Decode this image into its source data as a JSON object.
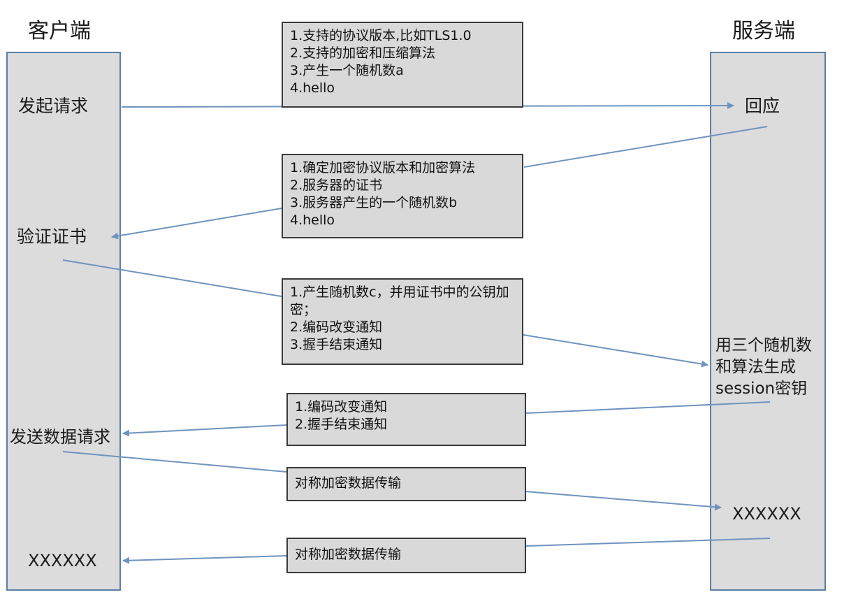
{
  "client": {
    "title": "客户端",
    "labels": {
      "initiate": "发起请求",
      "verify": "验证证书",
      "send_data": "发送数据请求",
      "xxx": "XXXXXX"
    }
  },
  "server": {
    "title": "服务端",
    "labels": {
      "respond": "回应",
      "gen_key": [
        "用三个随机数",
        "和算法生成",
        "session密钥"
      ],
      "xxx": "XXXXXX"
    }
  },
  "boxes": {
    "client_hello": [
      "1.支持的协议版本,比如TLS1.0",
      "2.支持的加密和压缩算法",
      "3.产生一个随机数a",
      "4.hello"
    ],
    "server_hello": [
      "1.确定加密协议版本和加密算法",
      "2.服务器的证书",
      "3.服务器产生的一个随机数b",
      "4.hello"
    ],
    "client_key": [
      "1.产生随机数c，并用证书中的公钥加密；",
      "2.编码改变通知",
      "3.握手结束通知"
    ],
    "server_finish": [
      "1.编码改变通知",
      "2.握手结束通知"
    ],
    "data_c2s": [
      "对称加密数据传输"
    ],
    "data_s2c": [
      "对称加密数据传输"
    ]
  },
  "colors": {
    "arrow": "#6f93bf",
    "column_fill": "#dcdcdc",
    "box_fill": "#d9d9d9"
  }
}
